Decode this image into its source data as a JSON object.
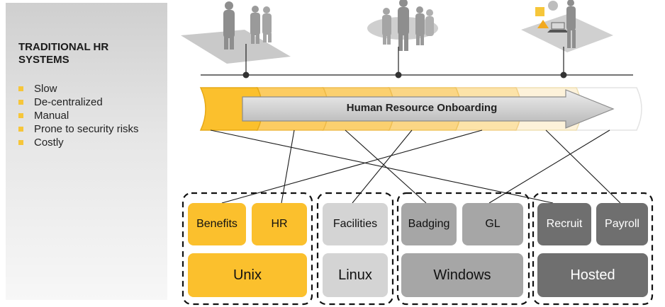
{
  "sidebar": {
    "title": "TRADITIONAL HR SYSTEMS",
    "bullets": [
      "Slow",
      "De-centralized",
      "Manual",
      "Prone to security risks",
      "Costly"
    ]
  },
  "process": {
    "label": "Human Resource Onboarding"
  },
  "systems": {
    "unix": {
      "apps": [
        "Benefits",
        "HR"
      ],
      "platform": "Unix"
    },
    "linux": {
      "apps": [
        "Facilities"
      ],
      "platform": "Linux"
    },
    "windows": {
      "apps": [
        "Badging",
        "GL"
      ],
      "platform": "Windows"
    },
    "hosted": {
      "apps": [
        "Recruit",
        "Payroll"
      ],
      "platform": "Hosted"
    }
  },
  "colors": {
    "accent": "#fbc02d",
    "linux": "#d4d4d4",
    "windows": "#a6a6a6",
    "hosted": "#6f6f6f"
  }
}
